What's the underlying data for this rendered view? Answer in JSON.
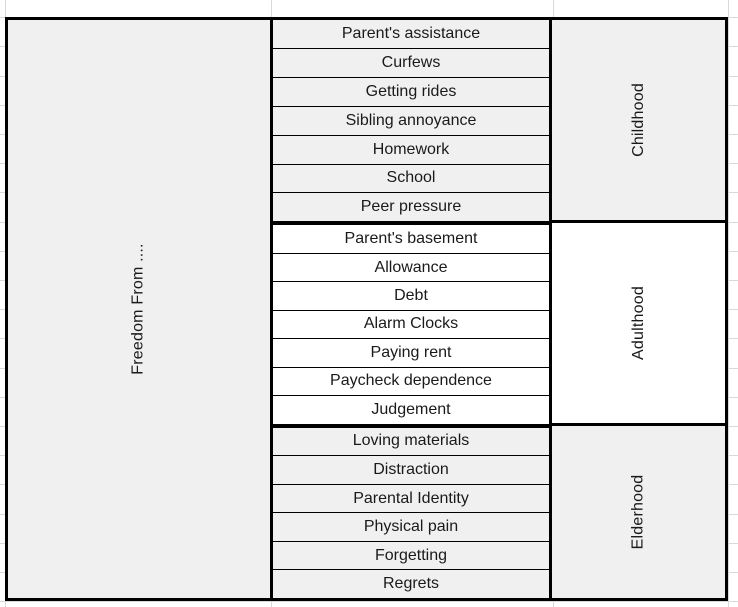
{
  "table": {
    "axis_label": "Freedom From ....",
    "colors": {
      "band_gray": "#f0f0f0",
      "band_white": "#ffffff",
      "border": "#000000",
      "grid": "#d9d9d9",
      "text": "#1a1a1a"
    },
    "groups": [
      {
        "stage": "Childhood",
        "tint": "gray",
        "items": [
          "Parent's assistance",
          "Curfews",
          "Getting rides",
          "Sibling annoyance",
          "Homework",
          "School",
          "Peer pressure"
        ]
      },
      {
        "stage": "Adulthood",
        "tint": "white",
        "items": [
          "Parent's basement",
          "Allowance",
          "Debt",
          "Alarm Clocks",
          "Paying rent",
          "Paycheck dependence",
          "Judgement"
        ]
      },
      {
        "stage": "Elderhood",
        "tint": "gray",
        "items": [
          "Loving materials",
          "Distraction",
          "Parental Identity",
          "Physical pain",
          "Forgetting",
          "Regrets"
        ]
      }
    ]
  }
}
